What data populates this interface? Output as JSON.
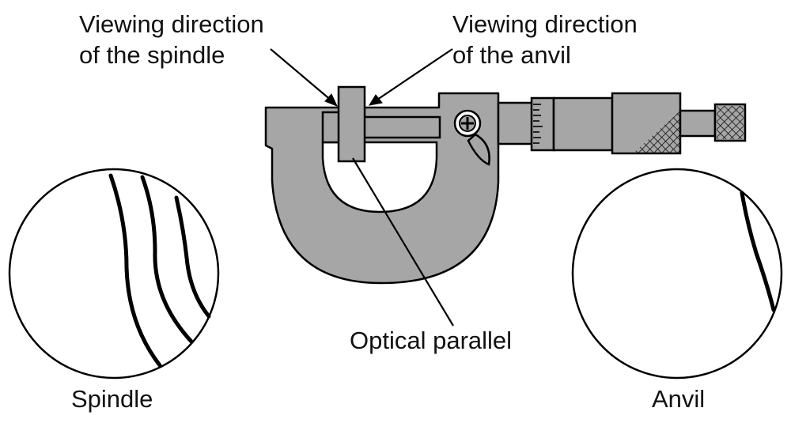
{
  "labels": {
    "spindle_direction_line1": "Viewing direction",
    "spindle_direction_line2": "of the spindle",
    "anvil_direction_line1": "Viewing direction",
    "anvil_direction_line2": "of the anvil",
    "optical_parallel": "Optical parallel",
    "spindle_view": "Spindle",
    "anvil_view": "Anvil"
  },
  "colors": {
    "frame_fill": "#a6a6a6",
    "outline": "#000000",
    "background": "#ffffff"
  }
}
